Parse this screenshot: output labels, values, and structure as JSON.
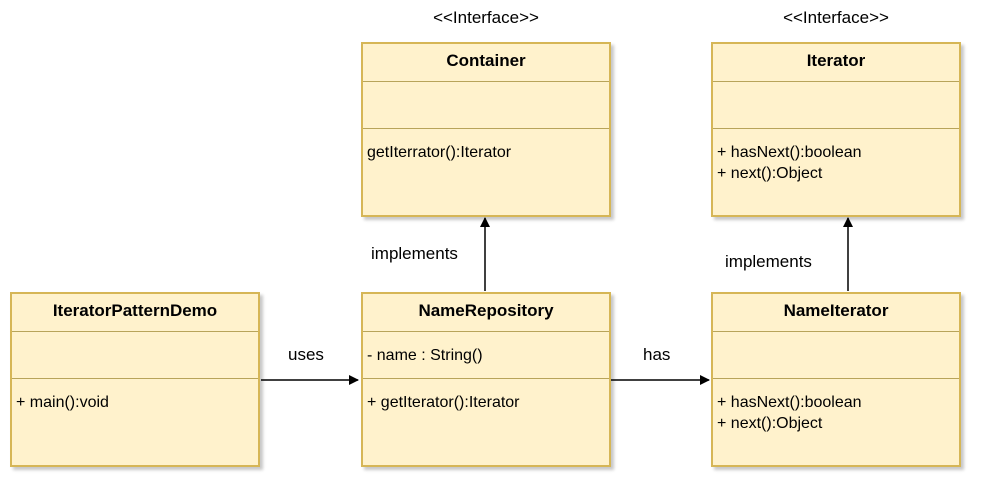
{
  "stereotypes": {
    "container": "<<Interface>>",
    "iterator": "<<Interface>>"
  },
  "classes": {
    "container": {
      "name": "Container",
      "attributes": [],
      "methods": [
        "getIterrator():Iterator"
      ]
    },
    "iterator": {
      "name": "Iterator",
      "attributes": [],
      "methods": [
        "+ hasNext():boolean",
        "+ next():Object"
      ]
    },
    "demo": {
      "name": "IteratorPatternDemo",
      "attributes": [],
      "methods": [
        "+ main():void"
      ]
    },
    "repository": {
      "name": "NameRepository",
      "attributes": [
        "- name : String()"
      ],
      "methods": [
        "+ getIterator():Iterator"
      ]
    },
    "name_iterator": {
      "name": "NameIterator",
      "attributes": [],
      "methods": [
        "+ hasNext():boolean",
        "+ next():Object"
      ]
    }
  },
  "relations": {
    "repo_implements": "implements",
    "nameiter_implements": "implements",
    "uses": "uses",
    "has": "has"
  },
  "colors": {
    "class_fill": "#fff2cc",
    "class_border": "#d6b656",
    "line": "#000000"
  }
}
